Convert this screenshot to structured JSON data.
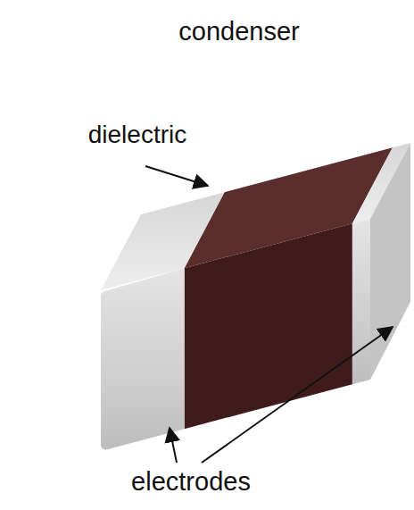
{
  "diagram": {
    "title": "condenser",
    "labels": [
      "dielectric",
      "electrodes"
    ]
  }
}
